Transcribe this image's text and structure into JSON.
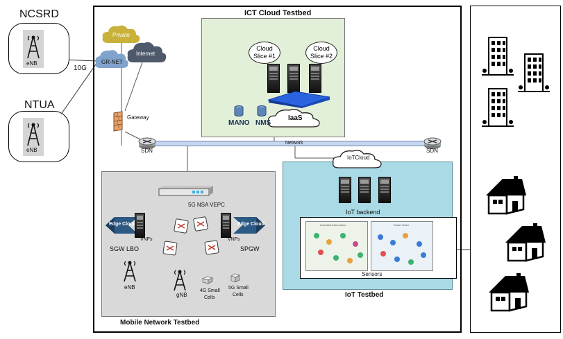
{
  "sites": {
    "ncsrd": {
      "title": "NCSRD",
      "enb_label": "eNB"
    },
    "ntua": {
      "title": "NTUA",
      "enb_label": "eNB"
    },
    "link_label": "10G"
  },
  "clouds": {
    "private": "Private",
    "internet": "Internet",
    "grnet": "GR-NET"
  },
  "gateway_label": "Gateway",
  "ict": {
    "title": "ICT Cloud Testbed",
    "slice1": [
      "Cloud",
      "Slice #1"
    ],
    "slice2": [
      "Cloud",
      "Slice #2"
    ],
    "mano": "MANO",
    "nms": "NMS",
    "iaas": "IaaS"
  },
  "network": {
    "label": "Network",
    "sdn_left": "SDN",
    "sdn_right": "SDN"
  },
  "mobile": {
    "title": "Mobile Network Testbed",
    "vepc": "5G NSA VEPC",
    "edge_left": "Edge Cloud",
    "edge_right": "Edge Cloud",
    "vnfs_left": "VNFs",
    "vnfs_right": "VNFs",
    "sgw": "SGW LBO",
    "spgw": "SPGW",
    "enb": "eNB",
    "gnb": "gNB",
    "cells4g": [
      "4G Small",
      "Cells"
    ],
    "cells5g": [
      "5G Small",
      "Cells"
    ]
  },
  "iot": {
    "title": "IoT Testbed",
    "cloud": "IoTCloud",
    "backend": "IoT backend",
    "sensors": "Sensors",
    "panel_left": "Industrial Automation",
    "panel_right": "Smart Home"
  },
  "colors": {
    "ict_bg": "#e2f0d9",
    "mobile_bg": "#d9d9d9",
    "iot_bg": "#a9dae6",
    "private_cloud": "#c9b13a",
    "internet_cloud": "#4e5a6b",
    "grnet_cloud": "#7fa3cc",
    "iaas_blue": "#2a63e0",
    "edge_cloud": "#2d5a84",
    "network_bar": "#c7d7f0"
  }
}
